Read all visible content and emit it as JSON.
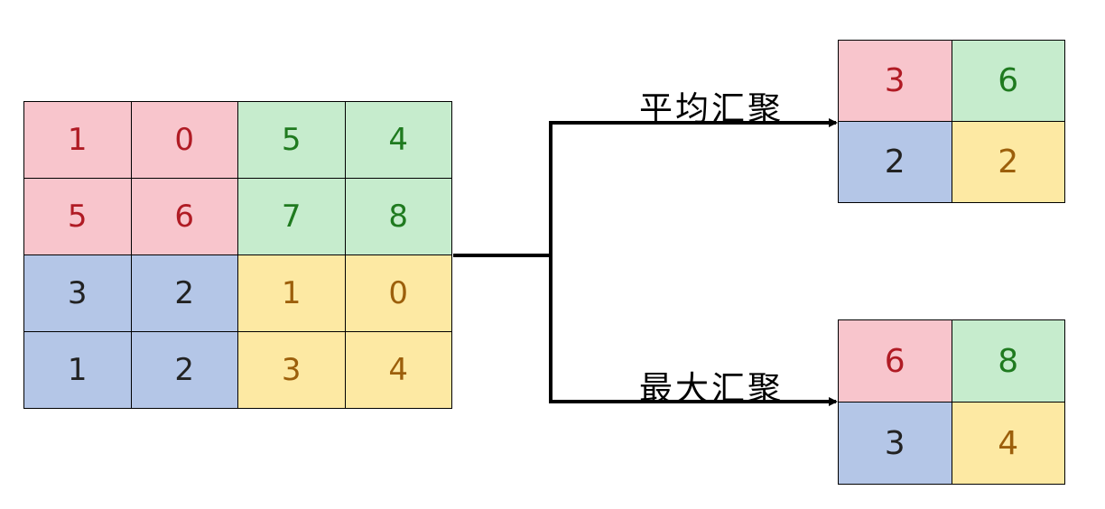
{
  "colors": {
    "red": {
      "bg": "#f8c5cc",
      "fg": "#b01b24"
    },
    "green": {
      "bg": "#c6eccd",
      "fg": "#1f7a1f"
    },
    "blue": {
      "bg": "#b4c6e7",
      "fg": "#222222"
    },
    "yellow": {
      "bg": "#fde9a3",
      "fg": "#9c5f0b"
    }
  },
  "input": {
    "rows": [
      [
        {
          "value": "1",
          "color": "red"
        },
        {
          "value": "0",
          "color": "red"
        },
        {
          "value": "5",
          "color": "green"
        },
        {
          "value": "4",
          "color": "green"
        }
      ],
      [
        {
          "value": "5",
          "color": "red"
        },
        {
          "value": "6",
          "color": "red"
        },
        {
          "value": "7",
          "color": "green"
        },
        {
          "value": "8",
          "color": "green"
        }
      ],
      [
        {
          "value": "3",
          "color": "blue"
        },
        {
          "value": "2",
          "color": "blue"
        },
        {
          "value": "1",
          "color": "yellow"
        },
        {
          "value": "0",
          "color": "yellow"
        }
      ],
      [
        {
          "value": "1",
          "color": "blue"
        },
        {
          "value": "2",
          "color": "blue"
        },
        {
          "value": "3",
          "color": "yellow"
        },
        {
          "value": "4",
          "color": "yellow"
        }
      ]
    ]
  },
  "average_pooling": {
    "label": "平均汇聚",
    "rows": [
      [
        {
          "value": "3",
          "color": "red"
        },
        {
          "value": "6",
          "color": "green"
        }
      ],
      [
        {
          "value": "2",
          "color": "blue"
        },
        {
          "value": "2",
          "color": "yellow"
        }
      ]
    ]
  },
  "max_pooling": {
    "label": "最大汇聚",
    "rows": [
      [
        {
          "value": "6",
          "color": "red"
        },
        {
          "value": "8",
          "color": "green"
        }
      ],
      [
        {
          "value": "3",
          "color": "blue"
        },
        {
          "value": "4",
          "color": "yellow"
        }
      ]
    ]
  }
}
